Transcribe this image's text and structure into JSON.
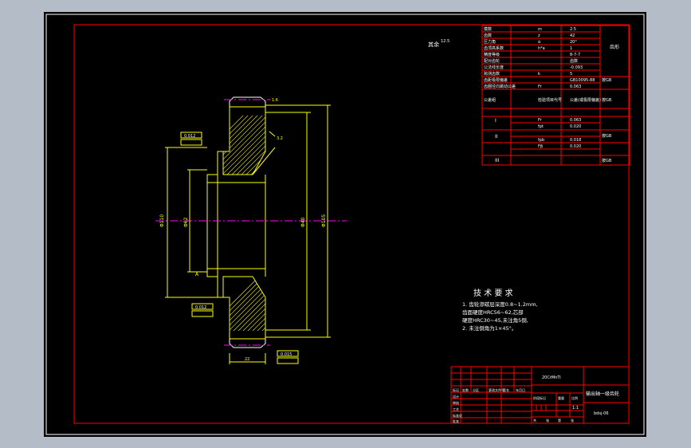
{
  "roughness": {
    "label": "其余",
    "value": "12.5"
  },
  "tech_requirements": {
    "title": "技 术 要 求",
    "lines": [
      "1. 齿轮渗碳层深度0.8~1.2mm,",
      "   齿面硬度HRC56~62,芯部",
      "   硬度HRC30~45,未注角5倒,",
      "2. 未注倒角为1×45°。"
    ]
  },
  "param_table": {
    "right_label": "齿形",
    "rows": [
      [
        "模数",
        "m",
        "2.5"
      ],
      [
        "齿数",
        "z",
        "42"
      ],
      [
        "压力角",
        "α",
        "20°"
      ],
      [
        "齿顶高系数",
        "h*a",
        "1"
      ],
      [
        "精度等级",
        "",
        "8-7-7"
      ],
      [
        "配对齿轮",
        "",
        "齿数"
      ],
      [
        "公法线长度",
        "",
        "-0.093"
      ],
      [
        "跨测齿数",
        "k",
        "5"
      ],
      [
        "齿距极限偏差",
        "",
        "GB10095-88"
      ],
      [
        "齿圈径向跳动公差",
        "Fr",
        "0.063"
      ],
      [
        "公差组",
        "检验项目代号",
        "公差(或极限偏差)"
      ]
    ],
    "group_labels": [
      "I",
      "II",
      "III"
    ],
    "group_values": [
      [
        "Fr",
        "0.063"
      ],
      [
        "fpt",
        "0.020"
      ],
      [
        "fpb",
        "0.018"
      ],
      [
        "Fβ",
        "0.020"
      ]
    ],
    "side_notes": [
      "按GB",
      "按GB",
      "按GB",
      "按GB"
    ]
  },
  "title_block": {
    "material": "20CrMnTi",
    "part_name": "输出轴一级齿轮",
    "drawing_no": "bdsj-06",
    "scale": "1:1",
    "header_cells": [
      "标记",
      "处数",
      "分区",
      "更改文件号",
      "签名",
      "年月日"
    ],
    "role_cells": [
      "设计",
      "审核",
      "工艺",
      "标准化",
      "批准"
    ],
    "stage_labels": [
      "阶段标记",
      "重量",
      "比例"
    ],
    "sheet_labels": [
      "共",
      "张",
      "第",
      "张"
    ]
  },
  "dimension_labels": {
    "surface_roughness_a": "1.6",
    "surface_roughness_b": "3.2",
    "tol_frame_1": "0.012",
    "tol_frame_2": "0.012",
    "tol_frame_3": "0.015",
    "datum_a": "A",
    "diam_outer": "Φ110",
    "diam_pitch": "Φ105",
    "diam_hub": "Φ62",
    "diam_bore": "Φ40",
    "width": "22"
  }
}
